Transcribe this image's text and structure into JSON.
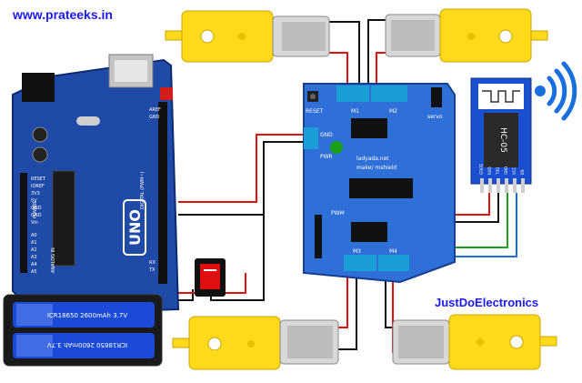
{
  "header": {
    "site": "www.prateeks.in"
  },
  "footer": {
    "brand": "JustDoElectronics"
  },
  "arduino": {
    "model": "UNO",
    "labels": [
      "DIGITAL (PWM~)",
      "ANALOG IN",
      "POWER",
      "RESET",
      "IOREF",
      "3V3",
      "5V",
      "GND",
      "GND",
      "Vin",
      "A0",
      "A1",
      "A2",
      "A3",
      "A4",
      "A5",
      "AREF",
      "GND",
      "RX",
      "TX"
    ]
  },
  "motor_shield": {
    "labels": [
      "M1",
      "M2",
      "M3",
      "M4",
      "GND",
      "PWR",
      "RESET",
      "ladyada.net",
      "make/ mshield",
      "PWM",
      "servo"
    ]
  },
  "bluetooth": {
    "model": "HC-05",
    "pins": [
      "STATE",
      "RXD",
      "TXD",
      "GND",
      "VCC",
      "EN"
    ]
  },
  "battery": {
    "cells": [
      {
        "label": "ICR18650 2600mAh 3.7V"
      },
      {
        "label": "ICR18650 2600mAh 3.7V"
      }
    ]
  },
  "colors": {
    "board_blue": "#1f4aa8",
    "shield_blue": "#2f6fd8",
    "motor_yellow": "#ffd91a",
    "wire_red": "#e01010",
    "wire_black": "#111111",
    "wire_green": "#1aa01a",
    "wire_blue": "#1a6fe0",
    "bt_blue": "#1a4fd0",
    "header_text": "#1a1aff"
  },
  "icons": [
    "wifi-signal-icon",
    "rocker-switch-icon"
  ]
}
